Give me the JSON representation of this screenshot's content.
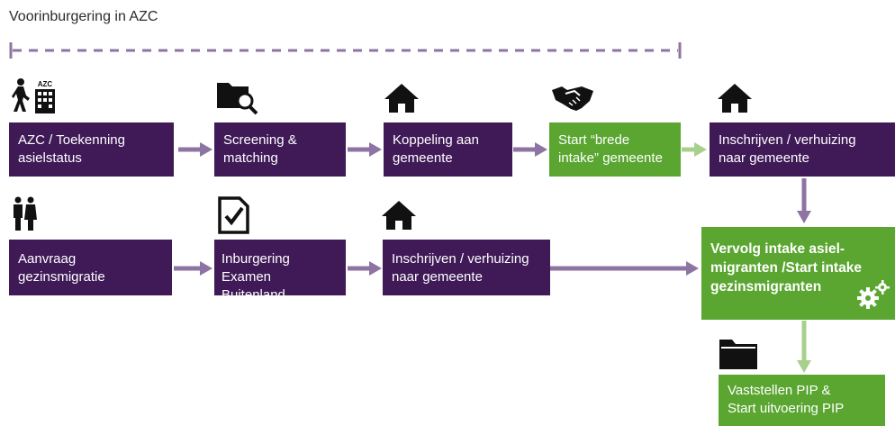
{
  "title": "Voorinburgering in AZC",
  "colors": {
    "purple": "#3f1a57",
    "green": "#5aa631",
    "arrow_purple": "#8e74a3",
    "arrow_green": "#a8d08d",
    "dash": "#8e74a3"
  },
  "row1": [
    {
      "label": "AZC / Toekenning\nasielstatus",
      "icon": "walking-person-building-icon",
      "icon_text": "AZC"
    },
    {
      "label": "Screening &\nmatching",
      "icon": "folder-search-icon"
    },
    {
      "label": "Koppeling aan\ngemeente",
      "icon": "house-icon"
    },
    {
      "label": "Start “brede\nintake” gemeente",
      "icon": "handshake-icon"
    },
    {
      "label": "Inschrijven / verhuizing\nnaar gemeente",
      "icon": "house-icon"
    }
  ],
  "row2": [
    {
      "label": "Aanvraag\ngezinsmigratie",
      "icon": "family-icon"
    },
    {
      "label": "Inburgering\nExamen Buitenland",
      "icon": "checklist-icon"
    },
    {
      "label": "Inschrijven / verhuizing\nnaar gemeente",
      "icon": "house-icon"
    }
  ],
  "merge_box": {
    "label": "Vervolg intake asiel-\nmigranten /Start intake\ngezinsmigranten",
    "icon": "gears-icon"
  },
  "final_box": {
    "label": "Vaststellen PIP &\nStart uitvoering PIP",
    "icon": "folder-icon"
  }
}
